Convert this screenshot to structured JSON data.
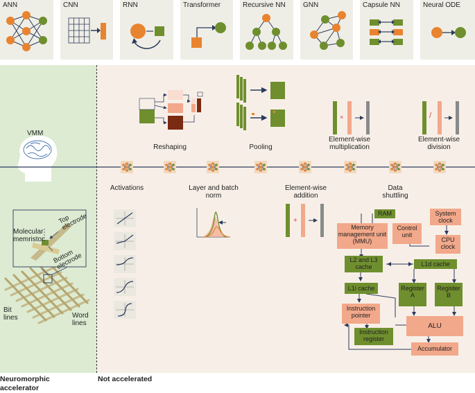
{
  "top_row": {
    "labels": [
      "ANN",
      "CNN",
      "RNN",
      "Transformer",
      "Recursive NN",
      "GNN",
      "Capsule NN",
      "Neural ODE"
    ]
  },
  "left_panel": {
    "vmm_label": "VMM",
    "molecular_memristor": "Molecular memristor",
    "top_electrode": "Top electrode",
    "bottom_electrode": "Bottom electrode",
    "bit_lines": "Bit lines",
    "word_lines": "Word lines",
    "footer": "Neuromorphic accelerator"
  },
  "right_panel": {
    "footer": "Not accelerated",
    "ops_above": [
      "Reshaping",
      "Pooling",
      "Element-wise multiplication",
      "Element-wise division"
    ],
    "ops_below": [
      "Activations",
      "Layer and batch norm",
      "Element-wise addition",
      "Data shuttling"
    ],
    "op_symbols": {
      "multiply": "×",
      "divide": "/",
      "add": "+"
    }
  },
  "cpu": {
    "ram": "RAM",
    "mmu": "Memory management unit (MMU)",
    "control_unit": "Control unit",
    "system_clock": "System clock",
    "cpu_clock": "CPU clock",
    "l2l3": "L2 and L3 cache",
    "l1d": "L1d cache",
    "l1i": "L1i cache",
    "reg_a": "Register A",
    "reg_b": "Register B",
    "instr_pointer": "Instruction pointer",
    "instr_register": "Instruction register",
    "alu": "ALU",
    "accumulator": "Accumulator"
  },
  "colors": {
    "green": "#6f8f2e",
    "orange": "#e8832f",
    "salmon": "#f2a88a",
    "tile_bg": "#efeee6",
    "left_bg": "#dcebd2",
    "right_bg": "#f7efe7",
    "line_dark": "#2b3a5c",
    "arrow_blue": "#3b4a70"
  }
}
